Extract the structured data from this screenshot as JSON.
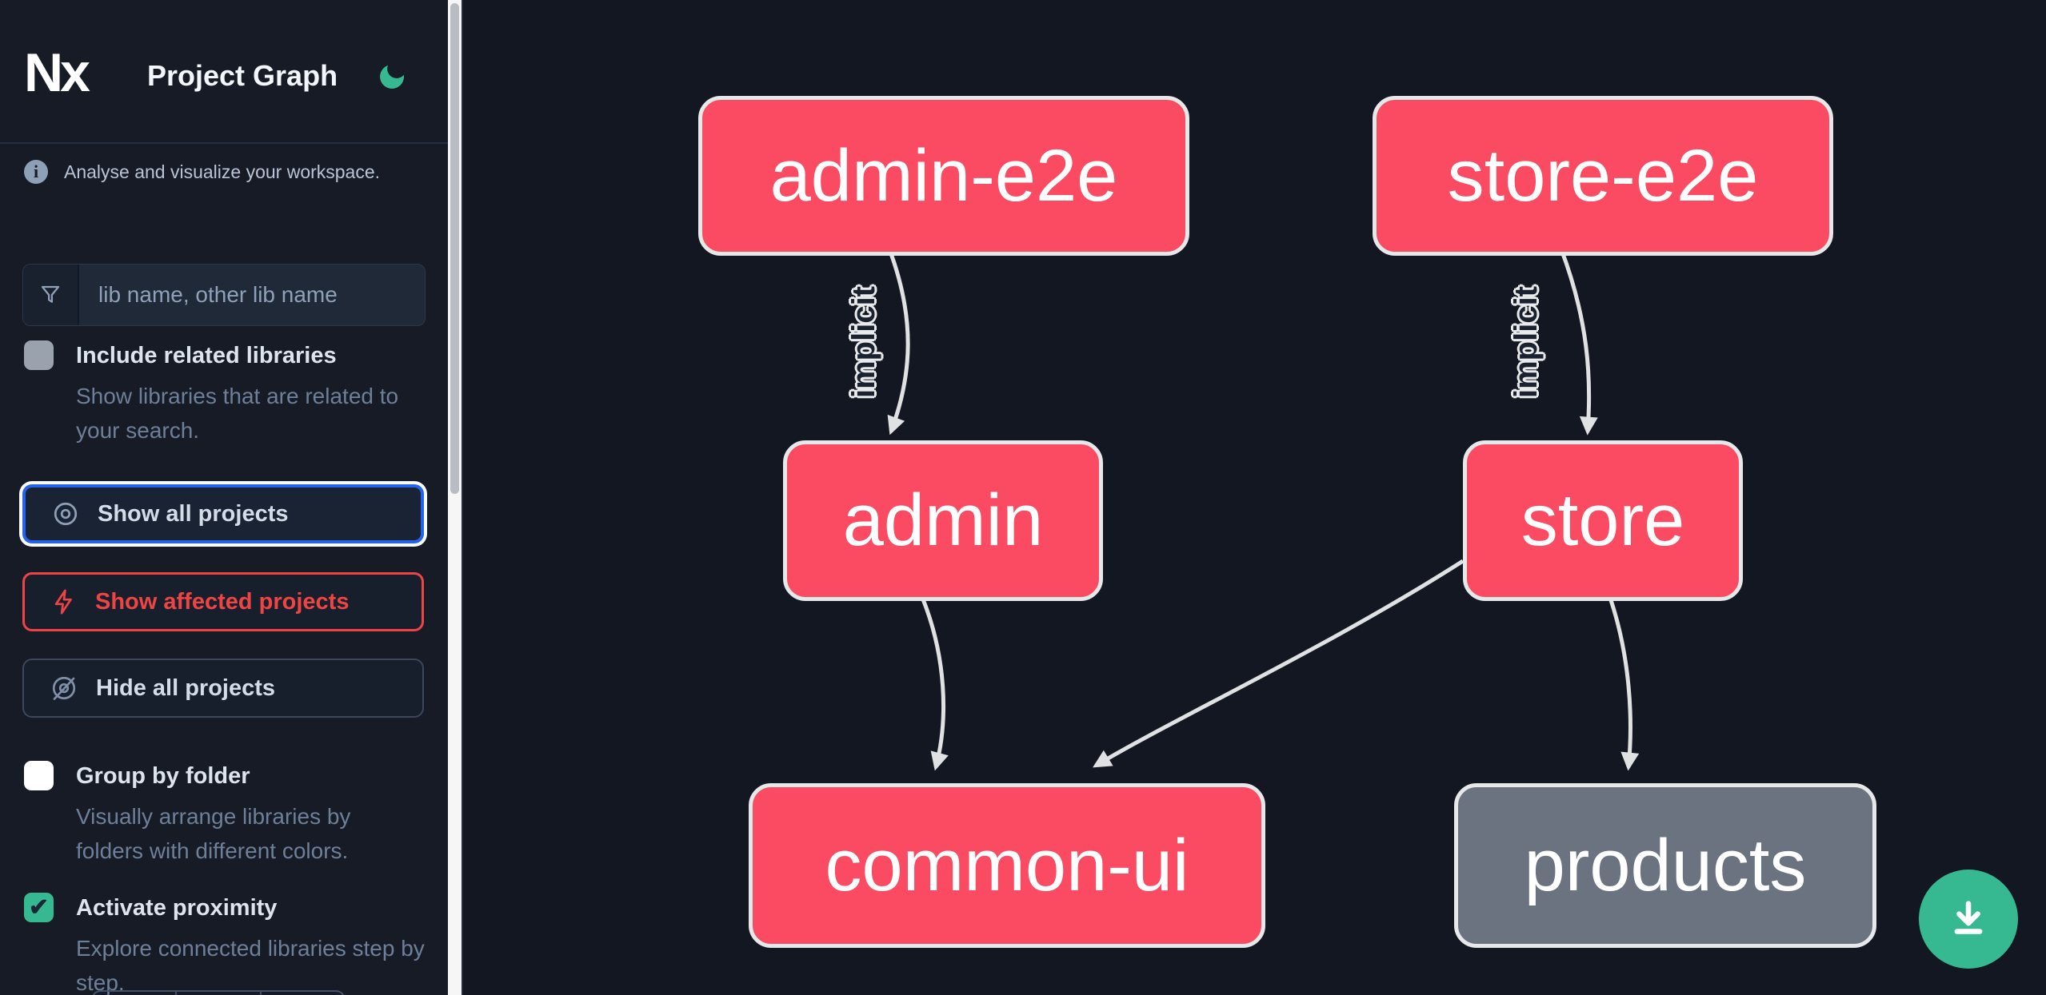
{
  "header": {
    "logo_text": "Nx",
    "app_title": "Project Graph",
    "theme_toggle_icon": "moon-icon",
    "theme_color": "#36b990"
  },
  "sidebar": {
    "tagline": "Analyse and visualize your workspace.",
    "search": {
      "placeholder": "lib name, other lib name",
      "value": "",
      "icon": "filter-funnel-icon"
    },
    "toggles": [
      {
        "label": "Include related libraries",
        "description": "Show libraries that are related to your search.",
        "checked": false
      },
      {
        "label": "Group by folder",
        "description": "Visually arrange libraries by folders with different colors.",
        "checked": false
      },
      {
        "label": "Activate proximity",
        "description": "Explore connected libraries step by step.",
        "checked": true,
        "checkmark": "✔"
      }
    ],
    "buttons": [
      {
        "label": "Show all projects",
        "icon": "eye-icon",
        "state": "focused"
      },
      {
        "label": "Show affected projects",
        "icon": "bolt-icon",
        "state": "affected-red"
      },
      {
        "label": "Hide all projects",
        "icon": "eye-off-icon",
        "state": "default"
      }
    ]
  },
  "graph": {
    "nodes": [
      {
        "id": "admin-e2e",
        "label": "admin-e2e",
        "color": "#fa4b63"
      },
      {
        "id": "store-e2e",
        "label": "store-e2e",
        "color": "#fa4b63"
      },
      {
        "id": "admin",
        "label": "admin",
        "color": "#fa4b63"
      },
      {
        "id": "store",
        "label": "store",
        "color": "#fa4b63"
      },
      {
        "id": "common-ui",
        "label": "common-ui",
        "color": "#fa4b63"
      },
      {
        "id": "products",
        "label": "products",
        "color": "#6b7280"
      }
    ],
    "edges": [
      {
        "from": "admin-e2e",
        "to": "admin",
        "label": "implicit"
      },
      {
        "from": "store-e2e",
        "to": "store",
        "label": "implicit"
      },
      {
        "from": "admin",
        "to": "common-ui",
        "label": ""
      },
      {
        "from": "store",
        "to": "common-ui",
        "label": ""
      },
      {
        "from": "store",
        "to": "products",
        "label": ""
      }
    ],
    "edge_color": "#e0e1e3",
    "node_border_color": "#e7e8ea"
  },
  "fab": {
    "icon": "download-icon",
    "color": "#36b990"
  },
  "colors": {
    "sidebar_bg": "#171b26",
    "canvas_bg": "#121722",
    "accent_blue": "#2563eb",
    "accent_red": "#ef4444",
    "accent_green": "#36b990",
    "node_pink": "#fa4b63",
    "node_gray": "#6b7280"
  }
}
